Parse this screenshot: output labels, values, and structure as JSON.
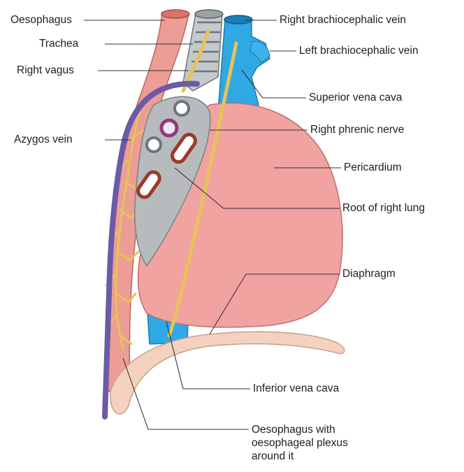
{
  "labels": {
    "oesophagus": "Oesophagus",
    "trachea": "Trachea",
    "right_vagus": "Right vagus",
    "azygos_vein": "Azygos vein",
    "right_brachiocephalic_vein": "Right brachiocephalic vein",
    "left_brachiocephalic_vein": "Left brachiocephalic vein",
    "superior_vena_cava": "Superior vena cava",
    "right_phrenic_nerve": "Right phrenic nerve",
    "pericardium": "Pericardium",
    "root_of_right_lung": "Root of right lung",
    "diaphragm": "Diaphragm",
    "inferior_vena_cava": "Inferior vena cava",
    "oesophagus_with_plexus": "Oesophagus with oesophageal plexus around it"
  },
  "colors": {
    "pericardium": "#f0a3a0",
    "oesophagus": "#ec9d96",
    "trachea": "#c3c9cc",
    "vena_cava": "#2fa8e3",
    "azygos_vein": "#6c5aa6",
    "nerve": "#e7c25a",
    "lung_root": "#b8bbbd",
    "diaphragm": "#f5d2bf",
    "vessel_outline": "#9c3a2a"
  }
}
